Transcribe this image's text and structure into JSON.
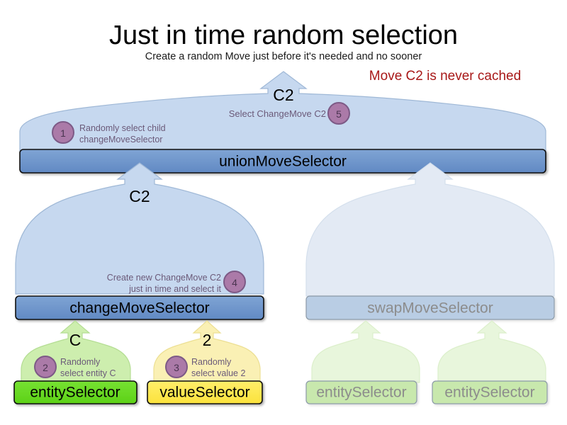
{
  "header": {
    "title": "Just in time random selection",
    "subtitle": "Create a random Move just before it's needed and no sooner",
    "warning": "Move C2 is never cached",
    "warning_color": "#a81818"
  },
  "palette": {
    "dome_blue_fill": "#c6d8ef",
    "dome_blue_stroke": "#9fb8d6",
    "bar_blue_fill": "#6a94cc",
    "bar_blue_stroke": "#111111",
    "ghost_dome_fill": "#e3eaf4",
    "ghost_bar_fill": "#b9cde4",
    "ghost_stroke": "#8c9aa8",
    "dome_green_fill": "#cdeeae",
    "bar_green_fill": "#66dd22",
    "ghost_green_dome": "#e8f6dc",
    "ghost_green_bar": "#c8e8ad",
    "dome_yellow_fill": "#faf0b4",
    "bar_yellow_fill": "#ffe94d",
    "badge_fill": "#ab7aa8",
    "badge_stroke": "#7d5a86",
    "note_color": "#6b5a79"
  },
  "nodes": {
    "union_move_selector": {
      "label": "unionMoveSelector",
      "ghost": false
    },
    "change_move_selector": {
      "label": "changeMoveSelector",
      "ghost": false
    },
    "swap_move_selector": {
      "label": "swapMoveSelector",
      "ghost": true
    },
    "entity_selector_left": {
      "label": "entitySelector",
      "ghost": false
    },
    "value_selector": {
      "label": "valueSelector",
      "ghost": false
    },
    "entity_selector_ghost_1": {
      "label": "entitySelector",
      "ghost": true
    },
    "entity_selector_ghost_2": {
      "label": "entitySelector",
      "ghost": true
    }
  },
  "flow_labels": {
    "union_out": "C2",
    "change_out": "C2",
    "entity_out": "C",
    "value_out": "2"
  },
  "steps": [
    {
      "number": "1",
      "lines": [
        "Randomly select child",
        "changeMoveSelector"
      ],
      "align": "left"
    },
    {
      "number": "2",
      "lines": [
        "Randomly",
        "select entity C"
      ],
      "align": "left"
    },
    {
      "number": "3",
      "lines": [
        "Randomly",
        "select value 2"
      ],
      "align": "left"
    },
    {
      "number": "4",
      "lines": [
        "Create new ChangeMove C2",
        "just in time and select it"
      ],
      "align": "right"
    },
    {
      "number": "5",
      "lines": [
        "Select ChangeMove C2"
      ],
      "align": "right"
    }
  ]
}
